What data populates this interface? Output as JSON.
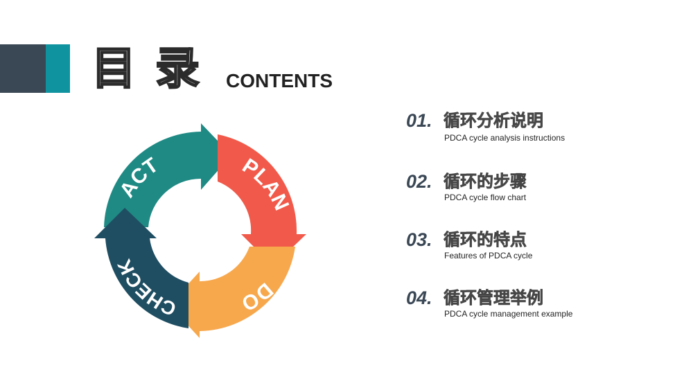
{
  "header": {
    "title_cn": "目录",
    "title_en": "CONTENTS",
    "accent_colors": {
      "dark": "#3a4755",
      "teal": "#0f939f"
    }
  },
  "cycle": {
    "segments": [
      {
        "label": "PLAN",
        "color": "#f15a4a"
      },
      {
        "label": "DO",
        "color": "#f7a84d"
      },
      {
        "label": "CHECK",
        "color": "#1f4e62"
      },
      {
        "label": "ACT",
        "color": "#1f8a84"
      }
    ]
  },
  "toc": {
    "items": [
      {
        "number": "01.",
        "title": "循环分析说明",
        "subtitle": "PDCA cycle analysis instructions"
      },
      {
        "number": "02.",
        "title": "循环的步骤",
        "subtitle": "PDCA cycle flow chart"
      },
      {
        "number": "03.",
        "title": "循环的特点",
        "subtitle": "Features of PDCA cycle"
      },
      {
        "number": "04.",
        "title": "循环管理举例",
        "subtitle": "PDCA cycle management example"
      }
    ]
  }
}
